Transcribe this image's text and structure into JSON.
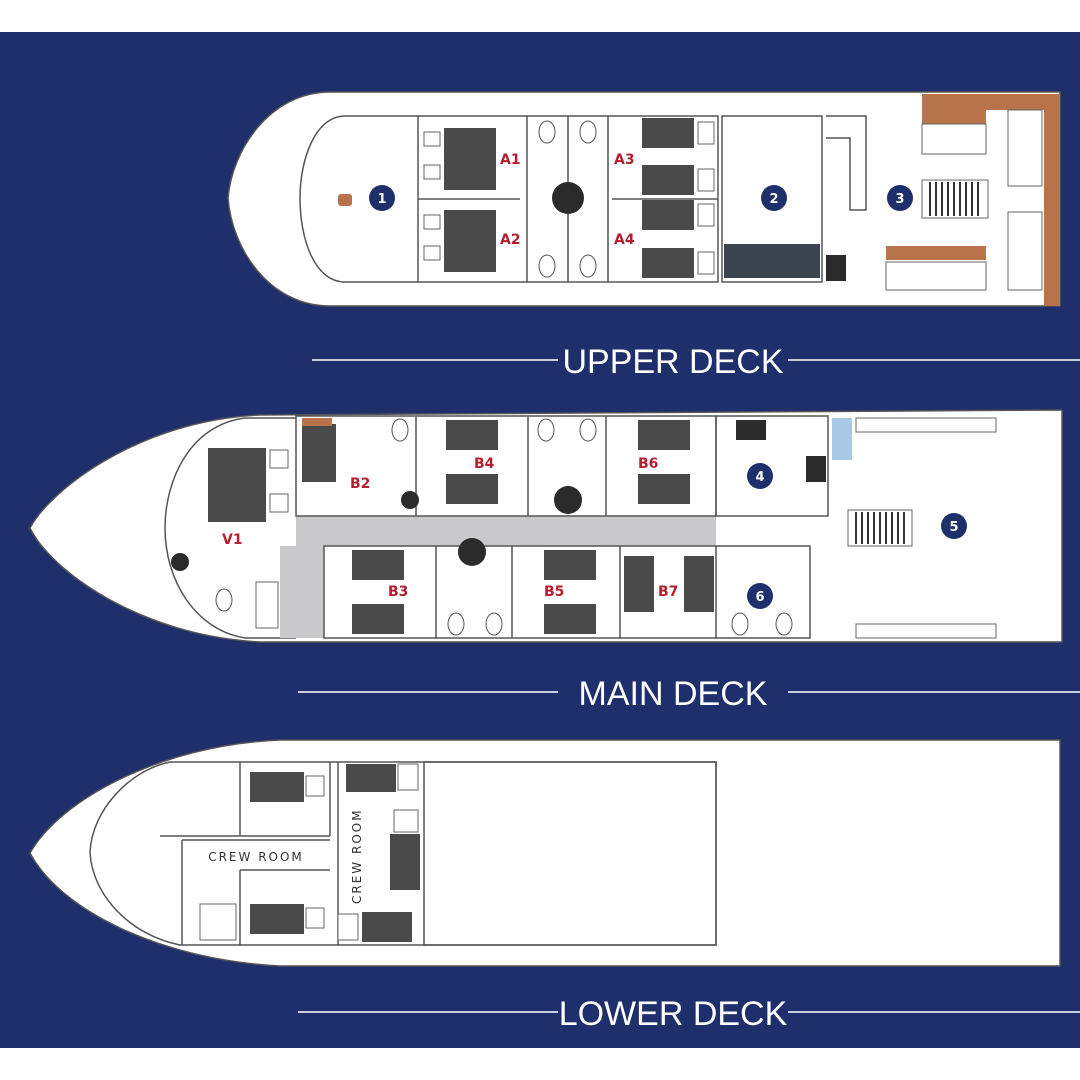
{
  "decks": [
    {
      "label": "UPPER DECK"
    },
    {
      "label": "MAIN DECK"
    },
    {
      "label": "LOWER DECK"
    }
  ],
  "cabins": {
    "upper": [
      "A1",
      "A2",
      "A3",
      "A4"
    ],
    "main": [
      "B2",
      "B3",
      "B4",
      "B5",
      "B6",
      "B7",
      "V1"
    ]
  },
  "markers": [
    "1",
    "2",
    "3",
    "4",
    "5",
    "6"
  ],
  "crew_rooms": [
    "CREW ROOM",
    "CREW ROOM"
  ],
  "colors": {
    "background": "#1e2f6b",
    "cabin_label": "#b41e2e",
    "marker": "#1e2f6b",
    "deck_wood": "#b8734a",
    "corridor": "#c9c9cc"
  }
}
